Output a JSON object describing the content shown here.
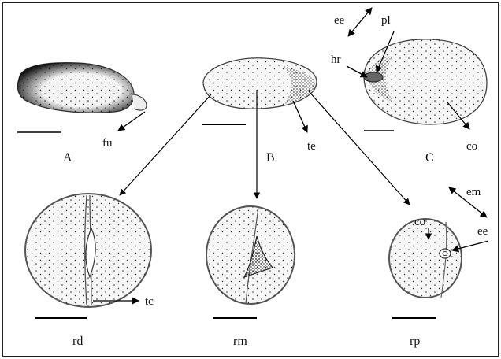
{
  "figure": {
    "frame_color": "#222222",
    "seed_fill": "#f6f6f6",
    "stipple_color": "#333333",
    "outline_color": "#555555"
  },
  "panels": {
    "A": {
      "caption": "A",
      "label_fu": "fu"
    },
    "B": {
      "caption": "B",
      "label_te": "te"
    },
    "C": {
      "caption": "C",
      "label_ee": "ee",
      "label_pl": "pl",
      "label_hr": "hr",
      "label_co": "co"
    },
    "rd": {
      "caption": "rd",
      "label_tc": "tc"
    },
    "rm": {
      "caption": "rm"
    },
    "rp": {
      "caption": "rp",
      "label_co": "co",
      "label_em": "em",
      "label_ee": "ee"
    }
  }
}
